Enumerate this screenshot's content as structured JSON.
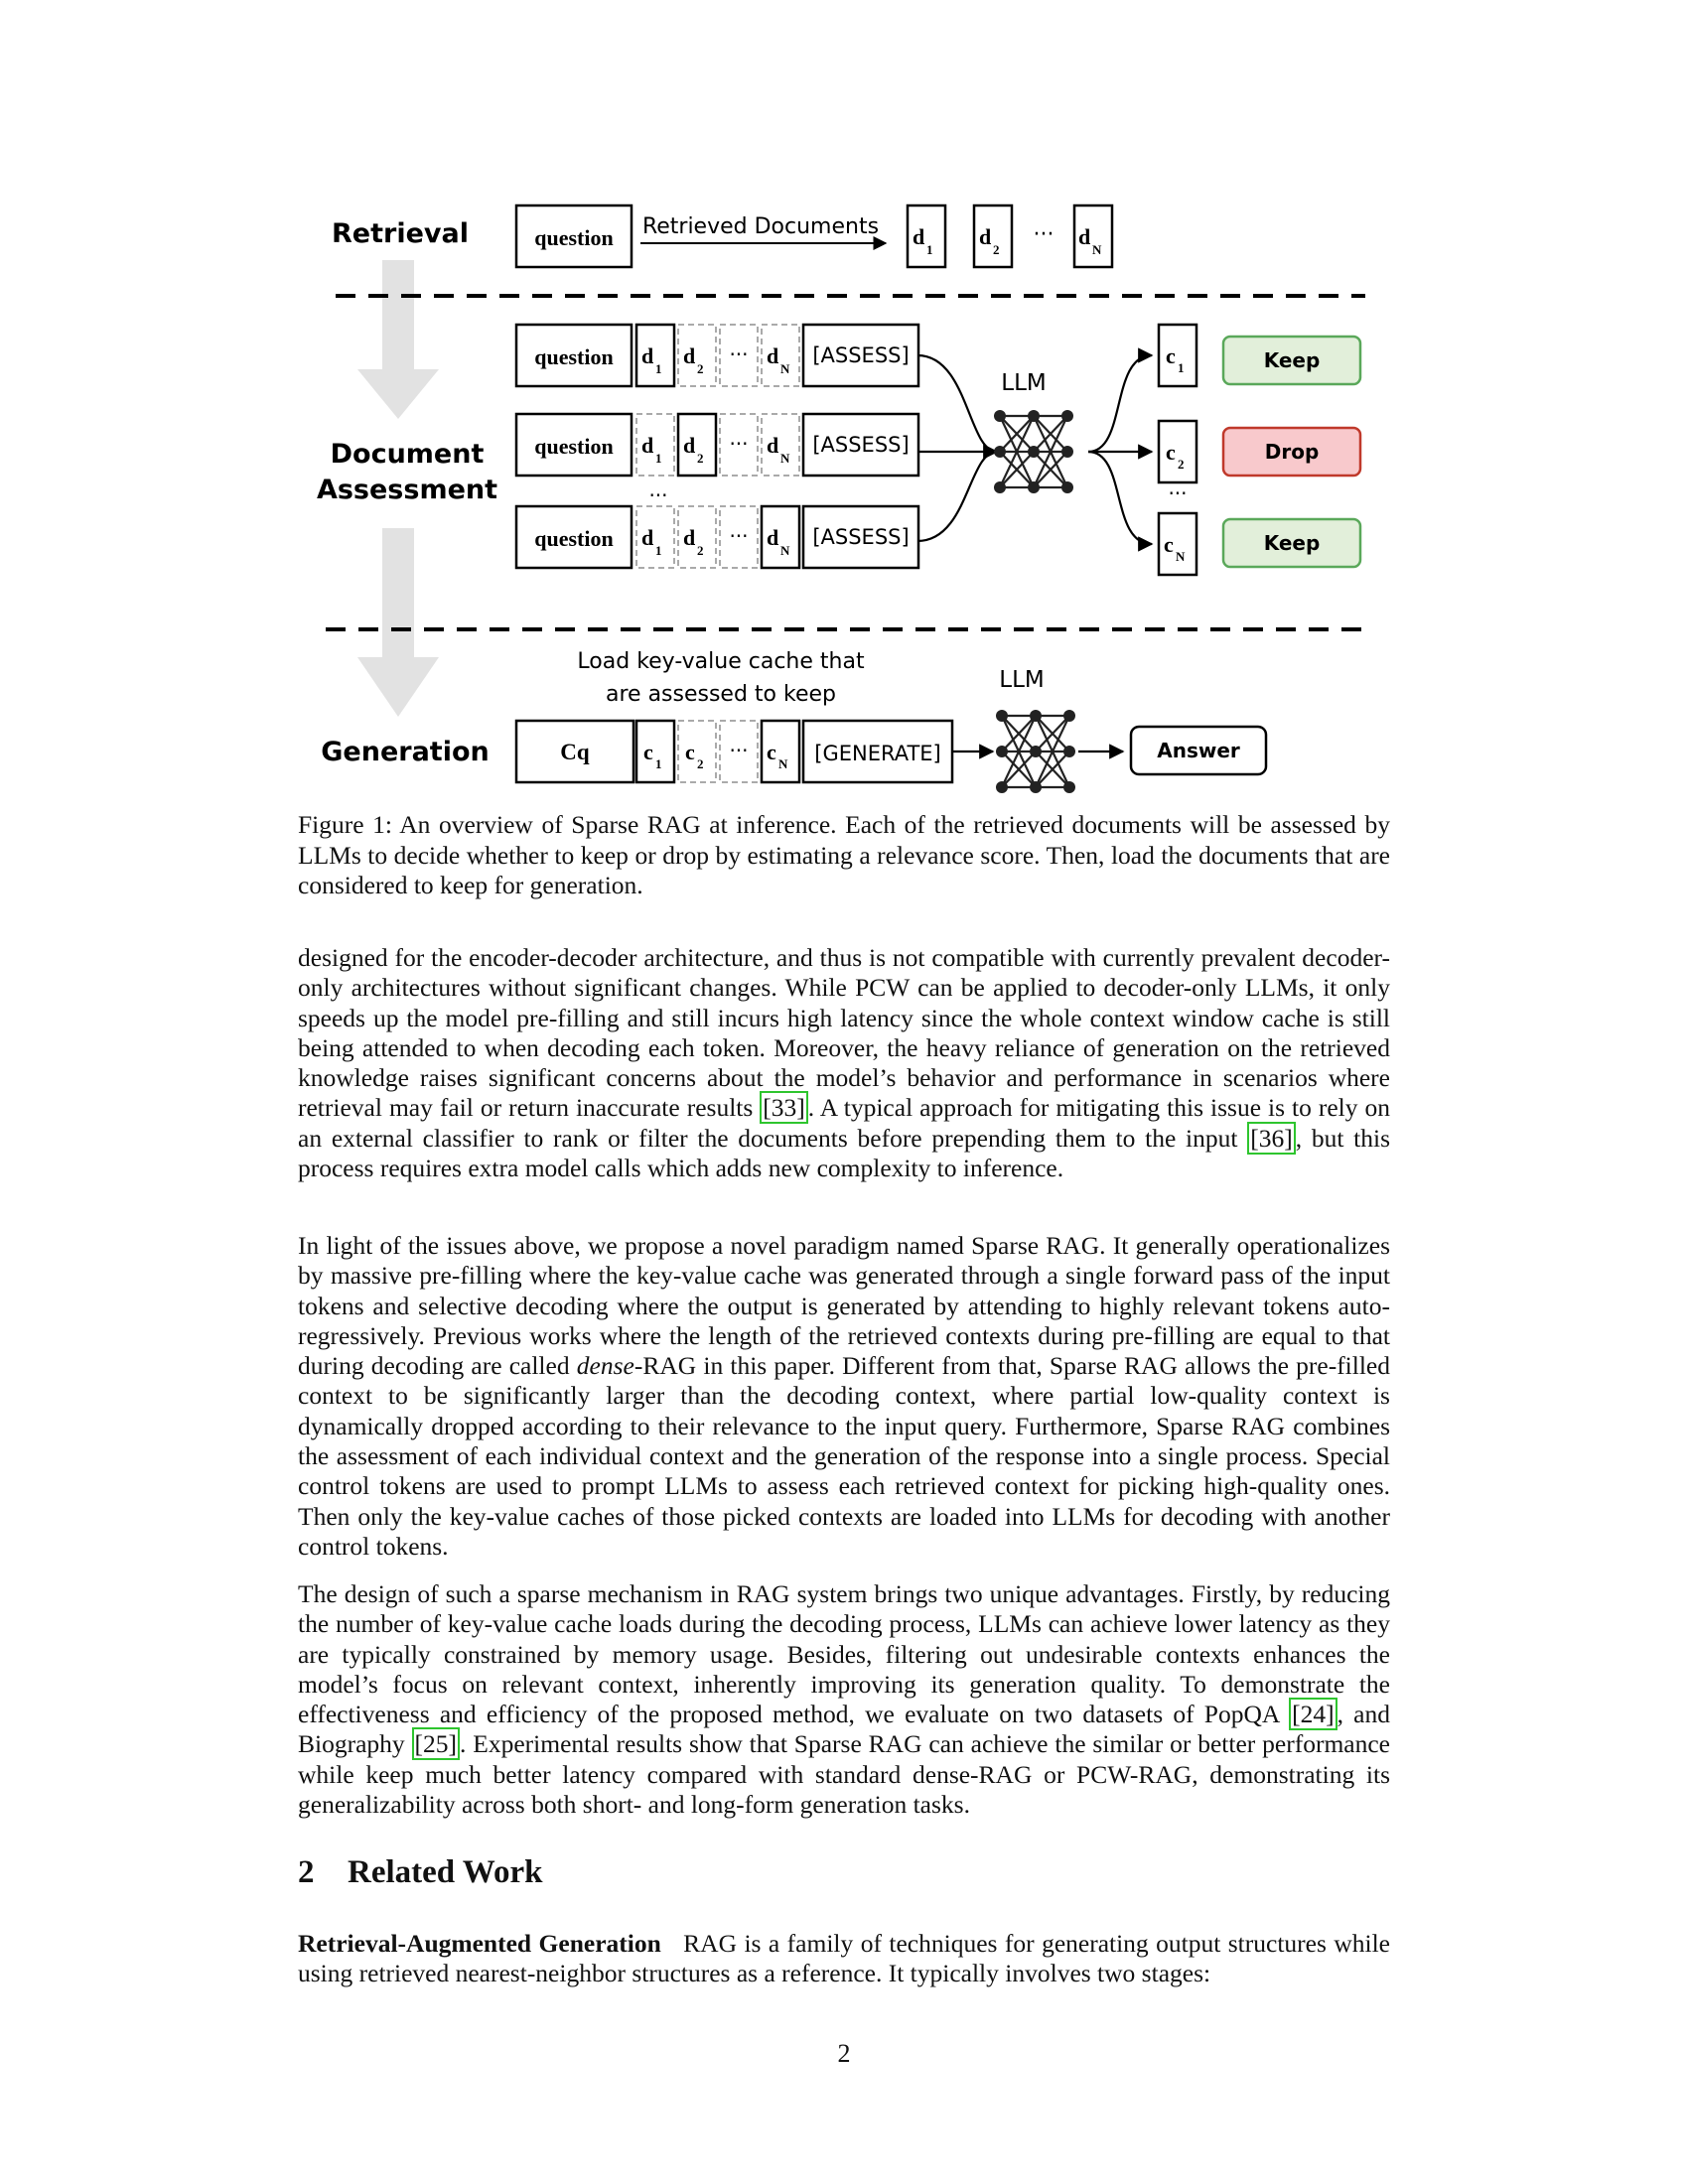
{
  "figure": {
    "stage_retrieval": "Retrieval",
    "stage_assessment_line1": "Document",
    "stage_assessment_line2": "Assessment",
    "stage_generation": "Generation",
    "question": "question",
    "retrieved_documents": "Retrieved Documents",
    "doc_letter": "d",
    "ctx_letter": "c",
    "sub_1": "1",
    "sub_2": "2",
    "sub_n": "N",
    "ellipsis": "···",
    "assess_token": "[ASSESS]",
    "generate_token": "[GENERATE]",
    "llm": "LLM",
    "keep": "Keep",
    "drop": "Drop",
    "cq": "Cq",
    "load_cache_line1": "Load key-value cache that",
    "load_cache_line2": "are assessed to keep",
    "answer": "Answer",
    "colors": {
      "keep_fill": "#e2efda",
      "keep_border": "#5aa85a",
      "drop_fill": "#f8c9cc",
      "drop_border": "#c0392b",
      "arrow_gray": "#e2e2e2"
    }
  },
  "caption": "Figure 1: An overview of Sparse RAG at inference. Each of the retrieved documents will be assessed by LLMs to decide whether to keep or drop by estimating a relevance score. Then, load the documents that are considered to keep for generation.",
  "paragraphs": {
    "p1": {
      "a": "designed for the encoder-decoder architecture, and thus is not compatible with currently prevalent decoder-only architectures without significant changes. While PCW can be applied to decoder-only LLMs, it only speeds up the model pre-filling and still incurs high latency since the whole context window cache is still being attended to when decoding each token. Moreover, the heavy reliance of generation on the retrieved knowledge raises significant concerns about the model’s behavior and performance in scenarios where retrieval may fail or return inaccurate results ",
      "cite1": "[33]",
      "b": ". A typical approach for mitigating this issue is to rely on an external classifier to rank or filter the documents before prepending them to the input ",
      "cite2": "[36]",
      "c": ", but this process requires extra model calls which adds new complexity to inference."
    },
    "p2": {
      "a": "In light of the issues above, we propose a novel paradigm named Sparse RAG. It generally operationalizes by massive pre-filling where the key-value cache was generated through a single forward pass of the input tokens and selective decoding where the output is generated by attending to highly relevant tokens auto-regressively. Previous works where the length of the retrieved contexts during pre-filling are equal to that during decoding are called ",
      "em": "dense",
      "b": "-RAG in this paper. Different from that, Sparse RAG allows the pre-filled context to be significantly larger than the decoding context, where partial low-quality context is dynamically dropped according to their relevance to the input query. Furthermore, Sparse RAG combines the assessment of each individual context and the generation of the response into a single process. Special control tokens are used to prompt LLMs to assess each retrieved context for picking high-quality ones. Then only the key-value caches of those picked contexts are loaded into LLMs for decoding with another control tokens."
    },
    "p3": {
      "a": "The design of such a sparse mechanism in RAG system brings two unique advantages. Firstly, by reducing the number of key-value cache loads during the decoding process, LLMs can achieve lower latency as they are typically constrained by memory usage. Besides, filtering out undesirable contexts enhances the model’s focus on relevant context, inherently improving its generation quality. To demonstrate the effectiveness and efficiency of the proposed method, we evaluate on two datasets of PopQA ",
      "cite1": "[24]",
      "b": ", and Biography ",
      "cite2": "[25]",
      "c": ". Experimental results show that Sparse RAG can achieve the similar or better performance while keep much better latency compared with standard dense-RAG or PCW-RAG, demonstrating its generalizability across both short- and long-form generation tasks."
    },
    "p4": {
      "heading": "Retrieval-Augmented Generation",
      "a": "RAG is a family of techniques for generating output structures while using retrieved nearest-neighbor structures as a reference. It typically involves two stages:"
    }
  },
  "section": {
    "number": "2",
    "title": "Related Work"
  },
  "page_number": "2"
}
